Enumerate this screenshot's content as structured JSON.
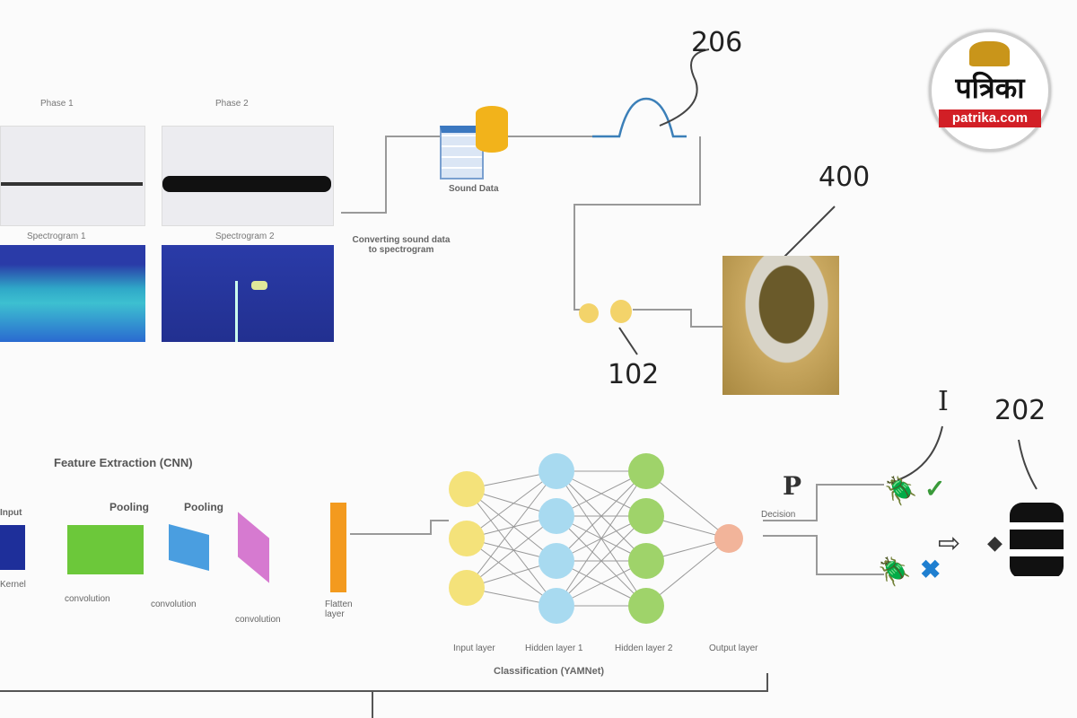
{
  "waveforms": [
    {
      "title": "Phase 1"
    },
    {
      "title": "Phase 2"
    }
  ],
  "spectrograms": [
    {
      "title": "Spectrogram 1"
    },
    {
      "title": "Spectrogram 2"
    }
  ],
  "sound_data_label": "Sound Data",
  "convert_label": "Converting sound data to spectrogram",
  "refs": {
    "r206": "206",
    "r400": "400",
    "r102": "102",
    "rI": "I",
    "r202": "202",
    "rP": "P"
  },
  "cnn": {
    "title": "Feature Extraction (CNN)",
    "input": "Input",
    "kernel": "Kernel",
    "pooling1": "Pooling",
    "pooling2": "Pooling",
    "conv1": "convolution",
    "conv2": "convolution",
    "conv3": "convolution",
    "flatten": "Flatten layer"
  },
  "classifier": {
    "title": "Classification (YAMNet)",
    "layers": [
      "Input layer",
      "Hidden layer 1",
      "Hidden layer 2",
      "Output layer"
    ]
  },
  "decision_label": "Decision",
  "logo": {
    "name": "पत्रिका",
    "site": "patrika.com"
  },
  "colors": {
    "check": "#3a9a3a",
    "cross": "#1f7fd0",
    "flatten": "#f39a1e"
  }
}
